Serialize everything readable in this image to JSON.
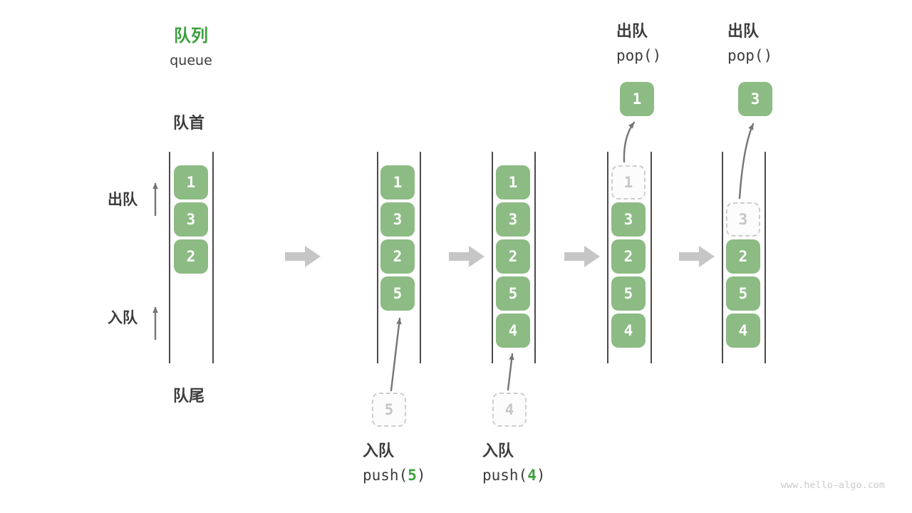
{
  "title": {
    "zh": "队列",
    "en": "queue"
  },
  "labels": {
    "front": "队首",
    "rear": "队尾",
    "side_dequeue": "出队",
    "side_enqueue": "入队"
  },
  "captions": {
    "push": [
      {
        "label": "入队",
        "prefix": "push(",
        "arg": "5",
        "suffix": ")"
      },
      {
        "label": "入队",
        "prefix": "push(",
        "arg": "4",
        "suffix": ")"
      }
    ],
    "pop": [
      {
        "label": "出队",
        "code": "pop()"
      },
      {
        "label": "出队",
        "code": "pop()"
      }
    ]
  },
  "states": [
    {
      "boxes": [
        "1",
        "3",
        "2"
      ]
    },
    {
      "boxes": [
        "1",
        "3",
        "2",
        "5"
      ],
      "incoming": "5"
    },
    {
      "boxes": [
        "1",
        "3",
        "2",
        "5",
        "4"
      ],
      "incoming": "4"
    },
    {
      "boxes": [
        "3",
        "2",
        "5",
        "4"
      ],
      "ghost": "1",
      "popped": "1"
    },
    {
      "boxes": [
        "2",
        "5",
        "4"
      ],
      "ghost": "3",
      "popped": "3"
    }
  ],
  "colors": {
    "box_green": "#8CBB83",
    "accent_green": "#3DA03D",
    "text": "#3C3C3C",
    "muted_gray": "#C6C6C6"
  },
  "watermark": "www.hello-algo.com"
}
